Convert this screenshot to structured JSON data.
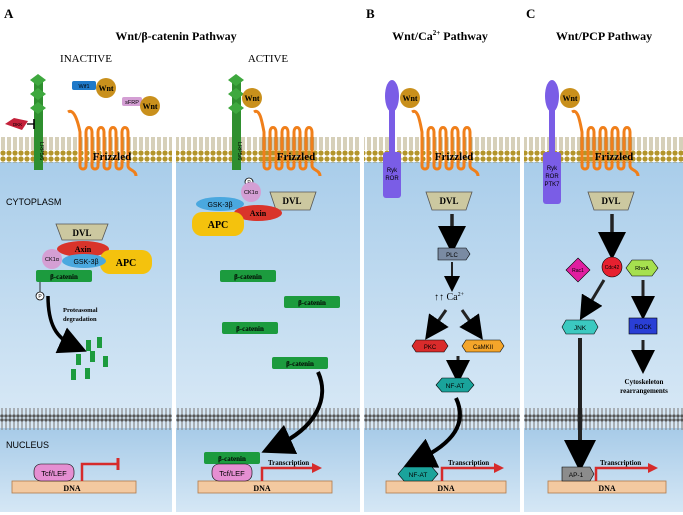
{
  "panel_labels": {
    "a": "A",
    "b": "B",
    "c": "C"
  },
  "titles": {
    "wnt_beta_catenin": "Wnt/β-catenin Pathway",
    "wnt_ca": "Wnt/Ca",
    "wnt_ca_sup": "2+",
    "wnt_ca_suffix": " Pathway",
    "wnt_pcp": "Wnt/PCP Pathway"
  },
  "states": {
    "inactive": "INACTIVE",
    "active": "ACTIVE"
  },
  "compartments": {
    "cytoplasm": "CYTOPLASM",
    "nucleus": "NUCLEUS"
  },
  "labels": {
    "wnt": "Wnt",
    "wif1": "Wif1",
    "sfrp": "sFRP",
    "dkk": "DKK",
    "lrp": "LRP5/6",
    "frizzled": "Frizzled",
    "dvl": "DVL",
    "axin": "Axin",
    "ck1a": "CK1α",
    "gsk3b": "GSK-3β",
    "apc": "APC",
    "beta_catenin": "β-catenin",
    "p": "P",
    "proteasomal": "Proteasomal",
    "degradation": "degradation",
    "tcf_lef": "Tcf/LEF",
    "dna": "DNA",
    "transcription": "Transcription",
    "ryk": "Ryk",
    "ror": "ROR",
    "ptk7": "PTK7",
    "plc": "PLC",
    "ca_up": "↑↑ Ca",
    "ca_sup": "2+",
    "pkc": "PKC",
    "camkii": "CaMKII",
    "nfat": "NF-AT",
    "rac1": "Rac1",
    "cdc42": "Cdc42",
    "rhoa": "RhoA",
    "jnk": "JNK",
    "rock": "ROCK",
    "cytoskeleton": "Cytoskeleton",
    "rearrangements": "rearrangements",
    "ap1": "AP-1"
  },
  "colors": {
    "cytoplasm": "#d6e8f5",
    "membrane_head": "#b79a2a",
    "frizzled": "#f07f1a",
    "wnt": "#c9901c",
    "dvl": "#ccc8a0",
    "axin": "#d9342b",
    "ck1a": "#d49fd4",
    "gsk3b": "#4aa8df",
    "apc": "#f4c20d",
    "beta_catenin": "#1c9b3e",
    "tcf": "#e58fd2",
    "dna": "#f3c9a0",
    "lrp": "#2f8f2f",
    "ryk": "#7a5de6",
    "plc": "#7a8ba3",
    "pkc": "#d92b2b",
    "camkii": "#f4a52a",
    "nfat": "#1aa39b",
    "rac1": "#e01ea0",
    "cdc42": "#e6202f",
    "rhoa": "#a6e04f",
    "jnk": "#3bc9c0",
    "rock": "#2a3fd6",
    "ap1": "#8c8c8c",
    "arrow_red": "#d62b2b"
  }
}
